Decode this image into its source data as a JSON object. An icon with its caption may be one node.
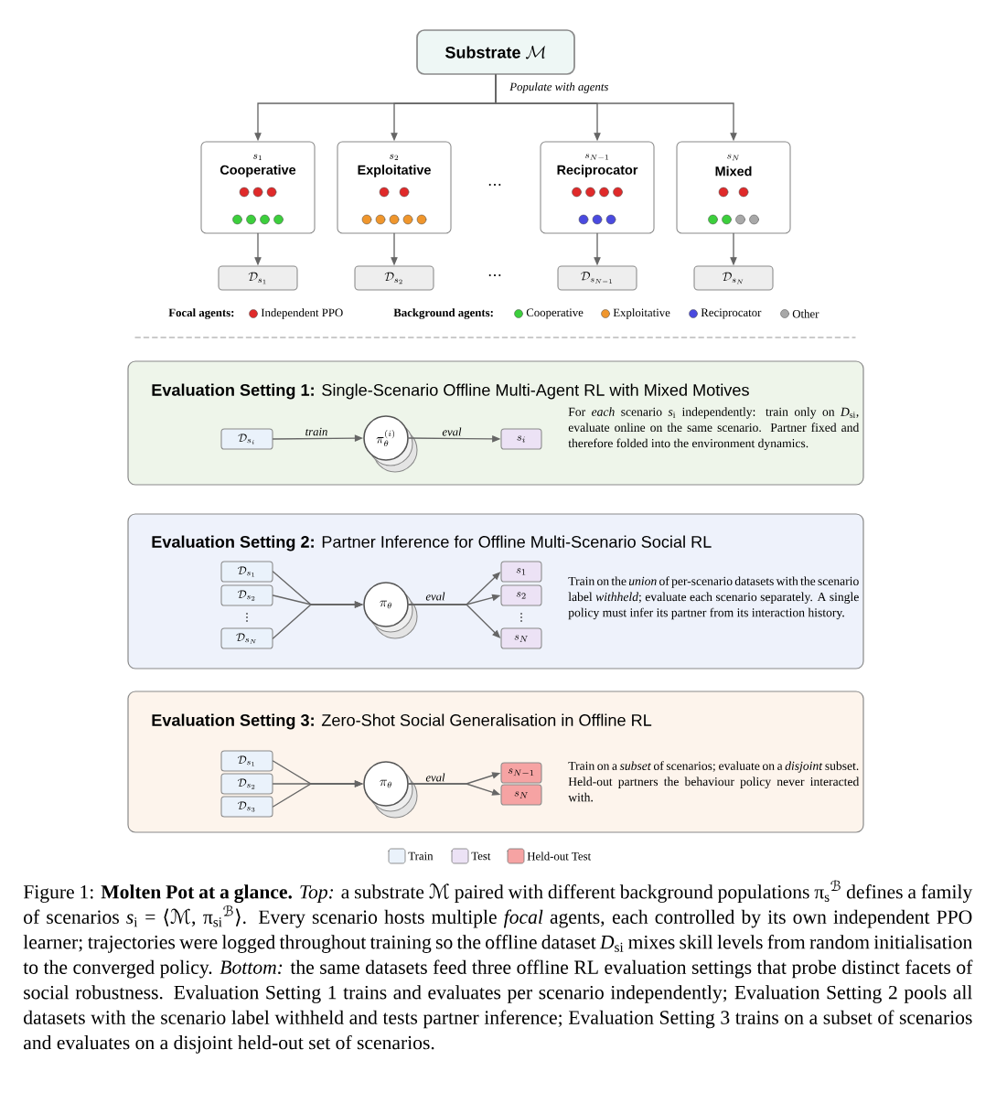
{
  "diagram": {
    "caption": "Figure 1: **Molten Pot at a glance.** *Top:* a substrate ℳ paired with different background populations π$_{s}$$^{ℬ}$ defines a family of scenarios *s*$_{i}$ = ⟨ℳ, π$_{si}$$^{ℬ}$⟩. Every scenario hosts multiple *focal* agents, each controlled by its own independent PPO learner; trajectories were logged throughout training so the offline dataset *D*$_{si}$ mixes skill levels from random initialisation to the converged policy. *Bottom:* the same datasets feed three offline RL evaluation settings that probe distinct facets of social robustness. Evaluation Setting 1 trains and evaluates per scenario independently; Evaluation Setting 2 pools all datasets with the scenario label withheld and tests partner inference; Evaluation Setting 3 trains on a subset of scenarios and evaluates on a disjoint held-out set of scenarios.",
    "nodes": [
      {
        "text": [
          "\\textbf{Substrate}\\ \\mathcal{M}"
        ]
      },
      {
        "text": [
          "s_1",
          "Cooperative"
        ]
      },
      {
        "text": [
          "s_2",
          "Exploitative"
        ]
      },
      {
        "text": [
          "s_{N-1}",
          "Reciprocator"
        ]
      },
      {
        "text": [
          "s_N",
          "Mixed"
        ]
      },
      {
        "text": [
          "\\mathcal{D}_{s_1}"
        ]
      },
      {
        "text": [
          "\\mathcal{D}_{s_2}"
        ]
      },
      {
        "text": [
          "\\mathcal{D}_{s_{N-1}}"
        ]
      },
      {
        "text": [
          "\\mathcal{D}_{s_N}"
        ]
      },
      {
        "text": [
          "**Evaluation Setting 1:** Single-Scenario Offline Multi-Agent RL with Mixed Motives",
          "For *each* scenario *s*$_{i}$ independently: train only on *D*$_{si}$, evaluate online on the same scenario. Partner fixed and therefore folded into the environment dynamics."
        ]
      },
      {
        "text": [
          "\\mathcal{D}_{s_i}"
        ],
        "in": 9
      },
      {
        "text": [
          "\\pi_\\theta^{(i)}"
        ],
        "in": 9
      },
      {
        "text": [
          "s_i"
        ],
        "in": 9
      },
      {
        "text": [
          "**Evaluation Setting 2:** Partner Inference for Offline Multi-Scenario Social RL",
          "Train on the *union* of per-scenario datasets with the scenario label *withheld*; evaluate each scenario separately. A single policy must infer its partner from its interaction history."
        ]
      },
      {
        "text": [
          "\\mathcal{D}_{s_1}"
        ],
        "in": 13
      },
      {
        "text": [
          "\\mathcal{D}_{s_2}"
        ],
        "in": 13
      },
      {
        "text": [
          "\\mathcal{D}_{s_N}"
        ],
        "in": 13
      },
      {
        "text": [
          "\\pi_\\theta"
        ],
        "in": 13
      },
      {
        "text": [
          "s_1"
        ],
        "in": 13
      },
      {
        "text": [
          "s_2"
        ],
        "in": 13
      },
      {
        "text": [
          "s_N"
        ],
        "in": 13
      },
      {
        "text": [
          "**Evaluation Setting 3:** Zero-Shot Social Generalisation in Offline RL",
          "Train on a *subset* of scenarios; evaluate on a *disjoint* subset. Held-out partners the behaviour policy never interacted with."
        ]
      },
      {
        "text": [
          "\\mathcal{D}_{s_1}"
        ],
        "in": 21
      },
      {
        "text": [
          "\\mathcal{D}_{s_2}"
        ],
        "in": 21
      },
      {
        "text": [
          "\\mathcal{D}_{s_3}"
        ],
        "in": 21
      },
      {
        "text": [
          "\\pi_\\theta"
        ],
        "in": 21
      },
      {
        "text": [
          "s_{N-1}"
        ],
        "in": 21
      },
      {
        "text": [
          "s_N"
        ],
        "in": 21
      }
    ],
    "edges": [
      {
        "from": 0,
        "to": 1,
        "arrow": "to"
      },
      {
        "from": 0,
        "to": 2,
        "arrow": "to"
      },
      {
        "from": 0,
        "to": 3,
        "arrow": "to"
      },
      {
        "from": 0,
        "to": 4,
        "arrow": "to"
      },
      {
        "from": 1,
        "to": 5,
        "arrow": "to"
      },
      {
        "from": 2,
        "to": 6,
        "arrow": "to"
      },
      {
        "from": 3,
        "to": 7,
        "arrow": "to"
      },
      {
        "from": 4,
        "to": 8,
        "arrow": "to"
      },
      {
        "from": 10,
        "to": 11,
        "arrow": "to",
        "label": "train"
      },
      {
        "from": 11,
        "to": 12,
        "arrow": "to",
        "label": "eval"
      },
      {
        "from": 14,
        "to": 17,
        "arrow": "to"
      },
      {
        "from": 15,
        "to": 17,
        "arrow": "to"
      },
      {
        "from": 16,
        "to": 17,
        "arrow": "to"
      },
      {
        "from": 17,
        "to": 18,
        "arrow": "to",
        "label": "eval"
      },
      {
        "from": 17,
        "to": 19,
        "arrow": "to"
      },
      {
        "from": 17,
        "to": 20,
        "arrow": "to"
      },
      {
        "from": 22,
        "to": 25,
        "arrow": "to"
      },
      {
        "from": 23,
        "to": 25,
        "arrow": "to"
      },
      {
        "from": 24,
        "to": 25,
        "arrow": "to"
      },
      {
        "from": 25,
        "to": 26,
        "arrow": "to",
        "label": "eval"
      },
      {
        "from": 25,
        "to": 27,
        "arrow": "to"
      }
    ],
    "labels": [
      "Populate with agents",
      "⋯",
      "⋯",
      "Focal agents:",
      "Background agents:",
      "⋮",
      "⋮"
    ],
    "legend": [
      {
        "text": "Independent PPO",
        "color": "#e02a2a"
      },
      {
        "text": "Cooperative",
        "color": "#3ccf3c"
      },
      {
        "text": "Exploitative",
        "color": "#f0962c"
      },
      {
        "text": "Reciprocator",
        "color": "#4a4ae0"
      },
      {
        "text": "Other",
        "color": "#a8a8a8"
      },
      {
        "text": "Train",
        "color": "#eaf2fb"
      },
      {
        "text": "Test",
        "color": "#ece2f5"
      },
      {
        "text": "Held-out Test",
        "color": "#f6a3a3"
      }
    ]
  }
}
